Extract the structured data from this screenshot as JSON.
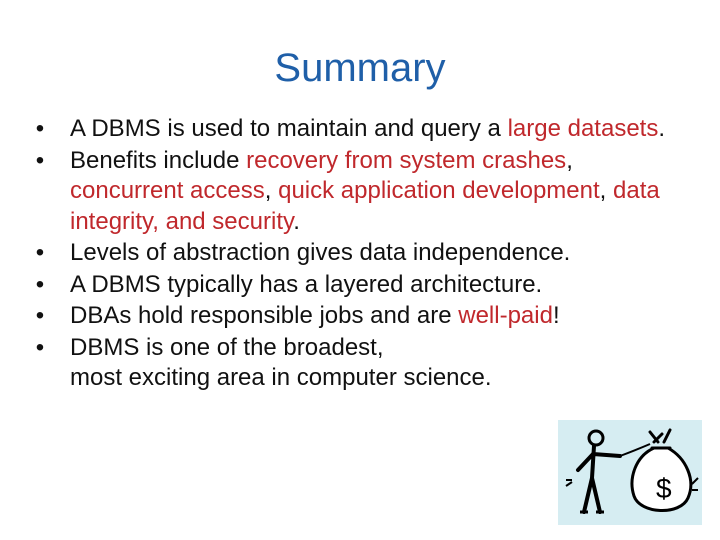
{
  "slide": {
    "title": "Summary",
    "bullets": [
      {
        "segments": [
          {
            "text": "A DBMS is used to maintain and query a "
          },
          {
            "text": "large datasets",
            "highlight": true
          },
          {
            "text": "."
          }
        ]
      },
      {
        "segments": [
          {
            "text": "Benefits include "
          },
          {
            "text": "recovery from system crashes",
            "highlight": true
          },
          {
            "text": ", "
          },
          {
            "text": "concurrent access",
            "highlight": true
          },
          {
            "text": ", "
          },
          {
            "text": "quick application development",
            "highlight": true
          },
          {
            "text": ", "
          },
          {
            "text": "data integrity, and security",
            "highlight": true
          },
          {
            "text": "."
          }
        ]
      },
      {
        "segments": [
          {
            "text": "Levels of abstraction gives data independence."
          }
        ]
      },
      {
        "segments": [
          {
            "text": "A DBMS typically has a layered architecture."
          }
        ]
      },
      {
        "segments": [
          {
            "text": "DBAs hold responsible jobs and are "
          },
          {
            "text": "well-paid",
            "highlight": true
          },
          {
            "text": "!"
          }
        ]
      },
      {
        "segments": [
          {
            "text": "DBMS is one of the broadest,"
          },
          {
            "text": "most exciting area in computer science.",
            "newline": true
          }
        ]
      }
    ],
    "bullet_glyph": "•",
    "clipart": {
      "icon": "money-bag-stick-figure-icon",
      "bag_label": "$"
    }
  },
  "colors": {
    "title": "#1f5fa8",
    "body_text": "#111111",
    "highlight": "#c0282c",
    "clipart_bg": "#d6edf2"
  }
}
